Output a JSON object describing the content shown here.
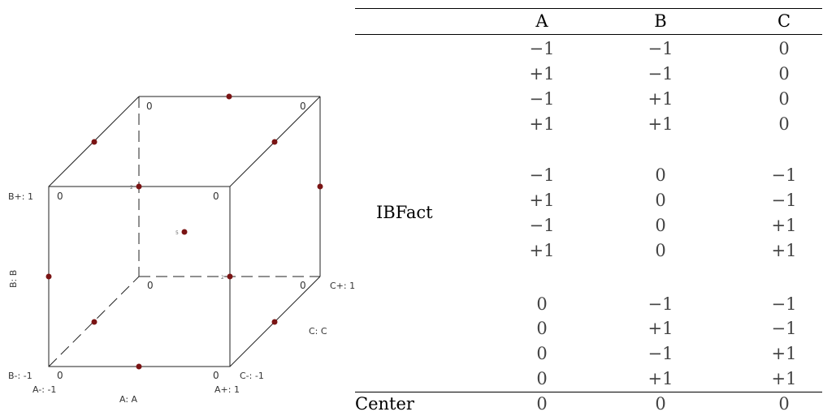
{
  "diagram": {
    "corner_values": [
      "0",
      "0",
      "0",
      "0",
      "0",
      "0",
      "0",
      "0"
    ],
    "face_counts": [
      "2",
      "2",
      "5"
    ],
    "labels": {
      "b_plus": "B+: 1",
      "b_minus": "B-: -1",
      "b_axis": "B: B",
      "a_minus": "A-: -1",
      "a_axis": "A: A",
      "a_plus": "A+: 1",
      "c_minus": "C-: -1",
      "c_axis": "C: C",
      "c_plus": "C+: 1"
    },
    "point_color": "#7a1414"
  },
  "table": {
    "headers": [
      "A",
      "B",
      "C"
    ],
    "group_label": "IBFact",
    "center_label": "Center",
    "ibfact_rows": [
      [
        "−1",
        "−1",
        "0"
      ],
      [
        "+1",
        "−1",
        "0"
      ],
      [
        "−1",
        "+1",
        "0"
      ],
      [
        "+1",
        "+1",
        "0"
      ],
      [
        "−1",
        "0",
        "−1"
      ],
      [
        "+1",
        "0",
        "−1"
      ],
      [
        "−1",
        "0",
        "+1"
      ],
      [
        "+1",
        "0",
        "+1"
      ],
      [
        "0",
        "−1",
        "−1"
      ],
      [
        "0",
        "+1",
        "−1"
      ],
      [
        "0",
        "−1",
        "+1"
      ],
      [
        "0",
        "+1",
        "+1"
      ]
    ],
    "center_row": [
      "0",
      "0",
      "0"
    ]
  }
}
